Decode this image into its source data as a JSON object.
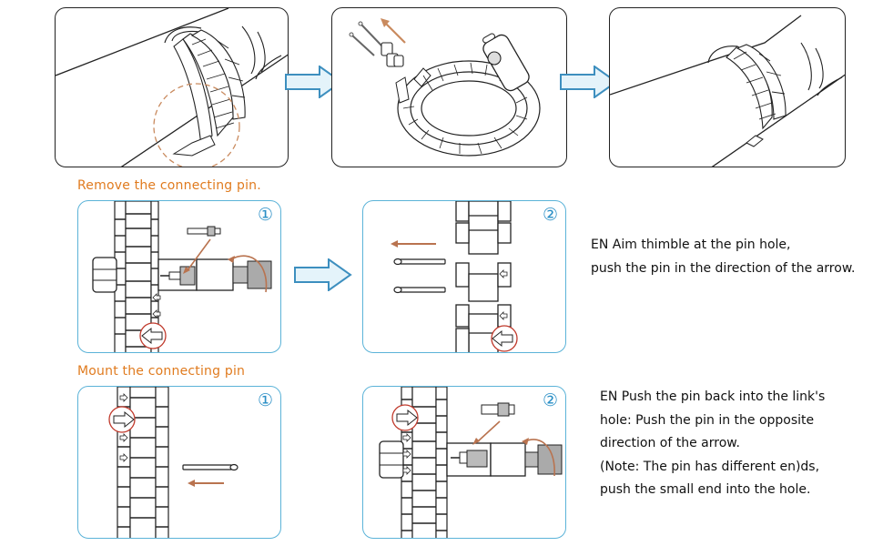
{
  "colors": {
    "accent_orange": "#e07b1f",
    "panel_border_blue": "#5bb3d8",
    "flow_arrow_blue": "#3d8fbf",
    "flow_arrow_fill": "#e4f3fa",
    "pin_arrow_brown": "#b9734f",
    "highlight_circle_red": "#c0392b",
    "line_black": "#222222"
  },
  "overview": {
    "panels": [
      {
        "id": "wearing-band",
        "icon": "wrist-with-band-illustration",
        "highlight": "dashed-circle-on-clasp"
      },
      {
        "id": "removed-links",
        "icon": "band-with-removed-links-illustration"
      },
      {
        "id": "resized-band",
        "icon": "wrist-with-resized-band-illustration"
      }
    ],
    "flow_arrows": [
      "right-arrow-icon",
      "right-arrow-icon"
    ]
  },
  "remove": {
    "title": "Remove the connecting pin.",
    "steps": [
      {
        "num": "①",
        "icon": "pin-removal-tool-illustration"
      },
      {
        "num": "②",
        "icon": "pins-pushed-out-illustration"
      }
    ],
    "instruction_lines": [
      "EN Aim thimble at the pin hole,",
      "push the pin in the direction of the arrow."
    ]
  },
  "mount": {
    "title": "Mount the connecting pin",
    "steps": [
      {
        "num": "①",
        "icon": "pin-insertion-illustration"
      },
      {
        "num": "②",
        "icon": "pin-press-tool-illustration"
      }
    ],
    "instruction_lines": [
      "EN Push the pin back into the link's",
      "hole: Push the pin in the opposite",
      "direction of the arrow.",
      "(Note: The pin has different en)ds,",
      "push the small end into the hole."
    ]
  }
}
